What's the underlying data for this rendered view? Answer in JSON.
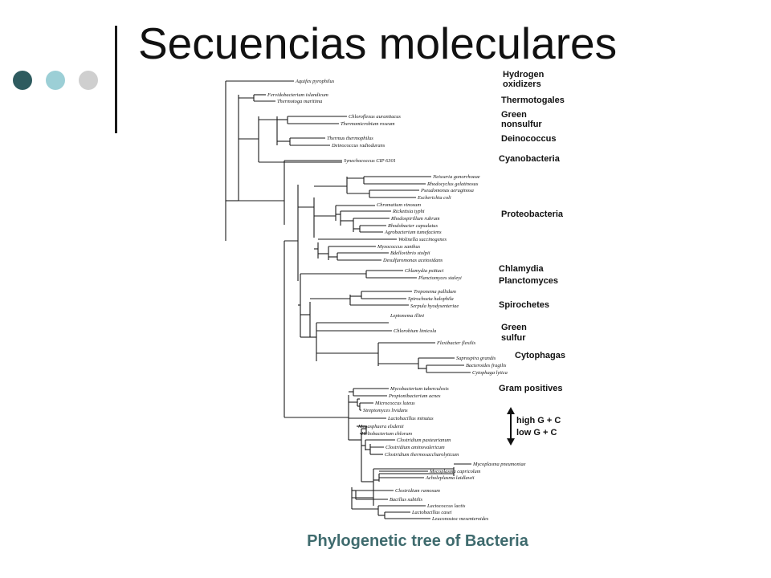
{
  "slide": {
    "title": "Secuencias moleculares",
    "caption": "Phylogenetic tree of Bacteria",
    "bullet_colors": [
      "#2e5b5f",
      "#9ccfd6",
      "#cfcfcf"
    ]
  },
  "tree": {
    "taxa": [
      "Aquifex pyrophilus",
      "Fervidobacterium islandicum",
      "Thermotoga maritima",
      "Chloroflexus aurantiacus",
      "Thermomicrobium roseum",
      "Thermus thermophilus",
      "Deinococcus radiodurans",
      "Synechococcus CIP 6301",
      "Neisseria gonorrhoeae",
      "Rhodocyclus gelatinosus",
      "Pseudomonas aeruginosa",
      "Escherichia coli",
      "Chromatium vinosum",
      "Rickettsia typhi",
      "Rhodospirillum rubrum",
      "Rhodobacter capsulatus",
      "Agrobacterium tumefaciens",
      "Wolinella succinogenes",
      "Myxococcus xanthus",
      "Bdellovibrio stolpii",
      "Desulfuromonas acetoxidans",
      "Chlamydia psittaci",
      "Planctomyces staleyi",
      "Treponema pallidum",
      "Spirochoeta halophila",
      "Serpula hyodysenteriae",
      "Leptonema illini",
      "Chlorobium limicola",
      "Flexibacter flexilis",
      "Saprospira grandis",
      "Bacteroides fragilis",
      "Cytophaga lytica",
      "Mycobacterium tuberculosis",
      "Propionibacterium acnes",
      "Micrococcus luteus",
      "Streptomyces lividans",
      "Lactobacillus minutus",
      "Megasphaera elsdenii",
      "Heliobacterium chlorum",
      "Clostridium pasteurianum",
      "Clostridium aminovalericum",
      "Clostridium thermosaccharolyticum",
      "Mycoplasma pneumoniae",
      "Mycoplasma capricolum",
      "Acholeplasma laidlawii",
      "Clostridium ramosum",
      "Bacillus subtilis",
      "Lactococcus lactis",
      "Lactobacillus casei",
      "Leuconostoc mesenteroides"
    ],
    "groups": [
      "Hydrogen",
      "oxidizers",
      "Thermotogales",
      "Green",
      "nonsulfur",
      "Deinococcus",
      "Cyanobacteria",
      "Proteobacteria",
      "Chlamydia",
      "Planctomyces",
      "Spirochetes",
      "Green",
      "sulfur",
      "Cytophagas",
      "Gram positives",
      "high G + C",
      "low G + C"
    ]
  }
}
